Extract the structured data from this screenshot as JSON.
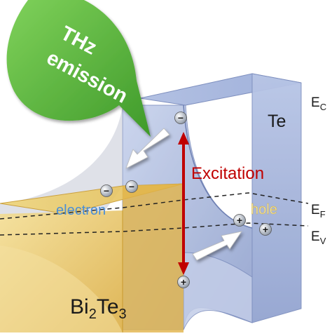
{
  "labels": {
    "thz_line1": "THz",
    "thz_line2": "emission",
    "te": "Te",
    "ec_main": "E",
    "ec_sub": "C",
    "ef_main": "E",
    "ef_sub": "F",
    "ev_main": "E",
    "ev_sub": "V",
    "excitation": "Excitation",
    "electron": "electron",
    "hole": "hole",
    "bi_main": "Bi",
    "bi_sub1": "2",
    "te2_main": "Te",
    "bi_sub2": "3"
  },
  "charges": {
    "electron_symbol": "−",
    "hole_symbol": "+"
  },
  "colors": {
    "te_block": "#a9b9dd",
    "bite_block": "#e8c66a",
    "excitation_arrow": "#c00000",
    "thz_green": "#5fb83a",
    "electron_text": "#4b8fd6",
    "hole_text": "#f2e4a0"
  }
}
